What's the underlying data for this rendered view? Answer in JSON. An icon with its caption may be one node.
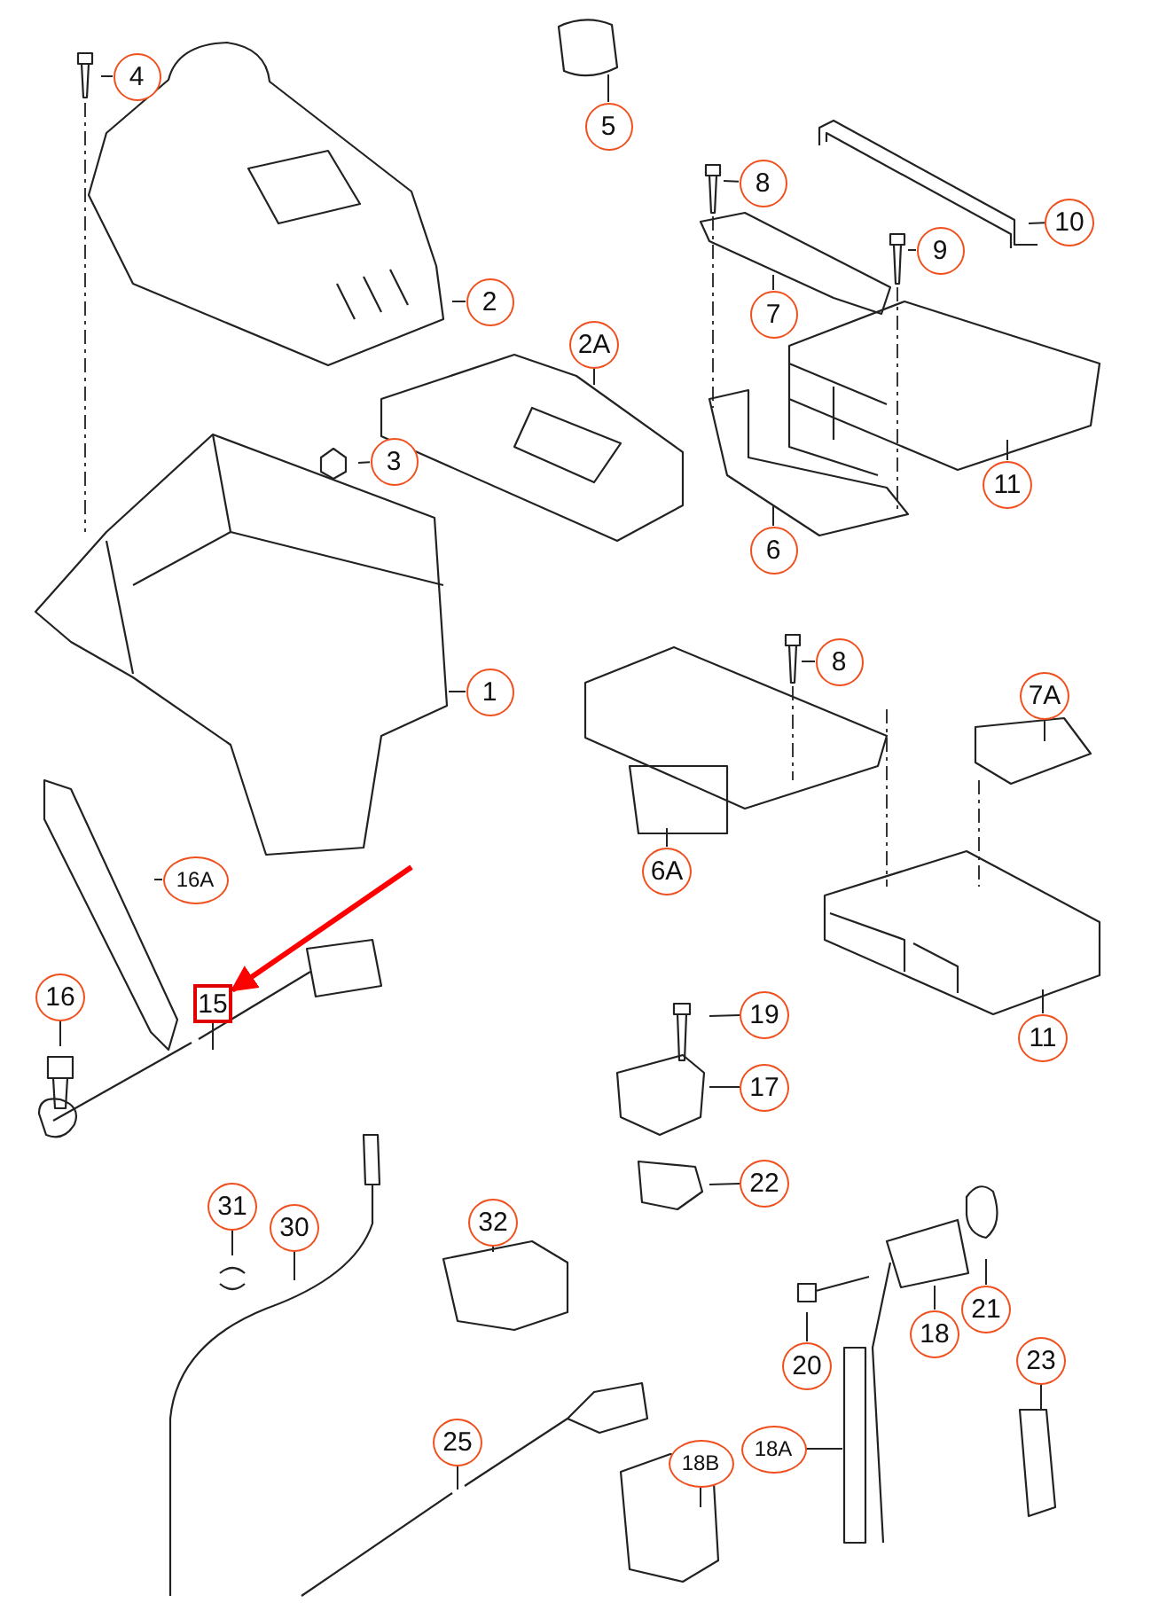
{
  "diagram": {
    "nodes": [
      {
        "text": [
          "4"
        ]
      },
      {
        "text": [
          "5"
        ]
      },
      {
        "text": [
          "8"
        ]
      },
      {
        "text": [
          "10"
        ]
      },
      {
        "text": [
          "9"
        ]
      },
      {
        "text": [
          "2"
        ]
      },
      {
        "text": [
          "7"
        ]
      },
      {
        "text": [
          "2A"
        ]
      },
      {
        "text": [
          "3"
        ]
      },
      {
        "text": [
          "11"
        ]
      },
      {
        "text": [
          "6"
        ]
      },
      {
        "text": [
          "8"
        ]
      },
      {
        "text": [
          "1"
        ]
      },
      {
        "text": [
          "7A"
        ]
      },
      {
        "text": [
          "16A"
        ]
      },
      {
        "text": [
          "6A"
        ]
      },
      {
        "text": [
          "15"
        ]
      },
      {
        "text": [
          "16"
        ]
      },
      {
        "text": [
          "11"
        ]
      },
      {
        "text": [
          "19"
        ]
      },
      {
        "text": [
          "17"
        ]
      },
      {
        "text": [
          "22"
        ]
      },
      {
        "text": [
          "31"
        ]
      },
      {
        "text": [
          "30"
        ]
      },
      {
        "text": [
          "32"
        ]
      },
      {
        "text": [
          "21"
        ]
      },
      {
        "text": [
          "18"
        ]
      },
      {
        "text": [
          "23"
        ]
      },
      {
        "text": [
          "20"
        ]
      },
      {
        "text": [
          "18A"
        ]
      },
      {
        "text": [
          "25"
        ]
      },
      {
        "text": [
          "18B"
        ]
      }
    ],
    "edges": [
      {
        "from": 0,
        "to": null,
        "arrow": "none"
      },
      {
        "from": 1,
        "to": null,
        "arrow": "none"
      },
      {
        "from": 2,
        "to": null,
        "arrow": "none"
      },
      {
        "from": 3,
        "to": null,
        "arrow": "none"
      },
      {
        "from": 4,
        "to": null,
        "arrow": "none"
      },
      {
        "from": 5,
        "to": null,
        "arrow": "none"
      },
      {
        "from": 6,
        "to": null,
        "arrow": "none"
      },
      {
        "from": 7,
        "to": null,
        "arrow": "none"
      },
      {
        "from": 8,
        "to": null,
        "arrow": "none"
      },
      {
        "from": 9,
        "to": null,
        "arrow": "none"
      },
      {
        "from": 10,
        "to": null,
        "arrow": "none"
      },
      {
        "from": 11,
        "to": null,
        "arrow": "none"
      },
      {
        "from": 12,
        "to": null,
        "arrow": "none"
      },
      {
        "from": 13,
        "to": null,
        "arrow": "none"
      },
      {
        "from": 14,
        "to": null,
        "arrow": "none"
      },
      {
        "from": 15,
        "to": null,
        "arrow": "none"
      },
      {
        "from": 16,
        "to": null,
        "arrow": "none"
      },
      {
        "from": 17,
        "to": null,
        "arrow": "none"
      },
      {
        "from": 18,
        "to": null,
        "arrow": "none"
      },
      {
        "from": 19,
        "to": null,
        "arrow": "none"
      },
      {
        "from": 20,
        "to": null,
        "arrow": "none"
      },
      {
        "from": 21,
        "to": null,
        "arrow": "none"
      },
      {
        "from": 22,
        "to": null,
        "arrow": "none"
      },
      {
        "from": 23,
        "to": null,
        "arrow": "none"
      },
      {
        "from": 24,
        "to": null,
        "arrow": "none"
      },
      {
        "from": 25,
        "to": null,
        "arrow": "none"
      },
      {
        "from": 26,
        "to": null,
        "arrow": "none"
      },
      {
        "from": 27,
        "to": null,
        "arrow": "none"
      },
      {
        "from": 28,
        "to": null,
        "arrow": "none"
      },
      {
        "from": 29,
        "to": null,
        "arrow": "none"
      },
      {
        "from": 30,
        "to": null,
        "arrow": "none"
      },
      {
        "from": 31,
        "to": null,
        "arrow": "none"
      },
      {
        "from": null,
        "to": 16,
        "arrow": "to",
        "style": "thick",
        "color": "#ff0000"
      }
    ]
  }
}
